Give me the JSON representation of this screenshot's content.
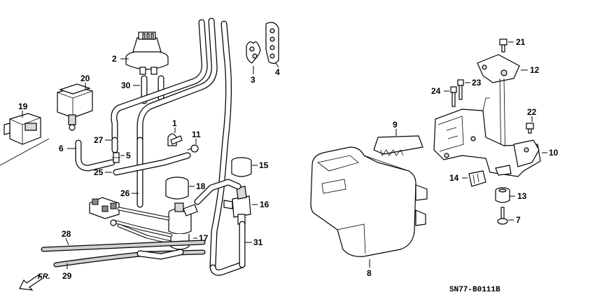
{
  "diagram": {
    "code": "SN77-B0111B",
    "direction_label": "FR.",
    "labels": {
      "p1": "1",
      "p2": "2",
      "p3": "3",
      "p4": "4",
      "p5": "5",
      "p6": "6",
      "p7": "7",
      "p8": "8",
      "p9": "9",
      "p10": "10",
      "p11": "11",
      "p12": "12",
      "p13": "13",
      "p14": "14",
      "p15": "15",
      "p16": "16",
      "p17": "17",
      "p18": "18",
      "p19": "19",
      "p20": "20",
      "p21": "21",
      "p22": "22",
      "p23": "23",
      "p24": "24",
      "p25": "25",
      "p26": "26",
      "p27": "27",
      "p28": "28",
      "p29": "29",
      "p30": "30",
      "p31": "31"
    }
  }
}
